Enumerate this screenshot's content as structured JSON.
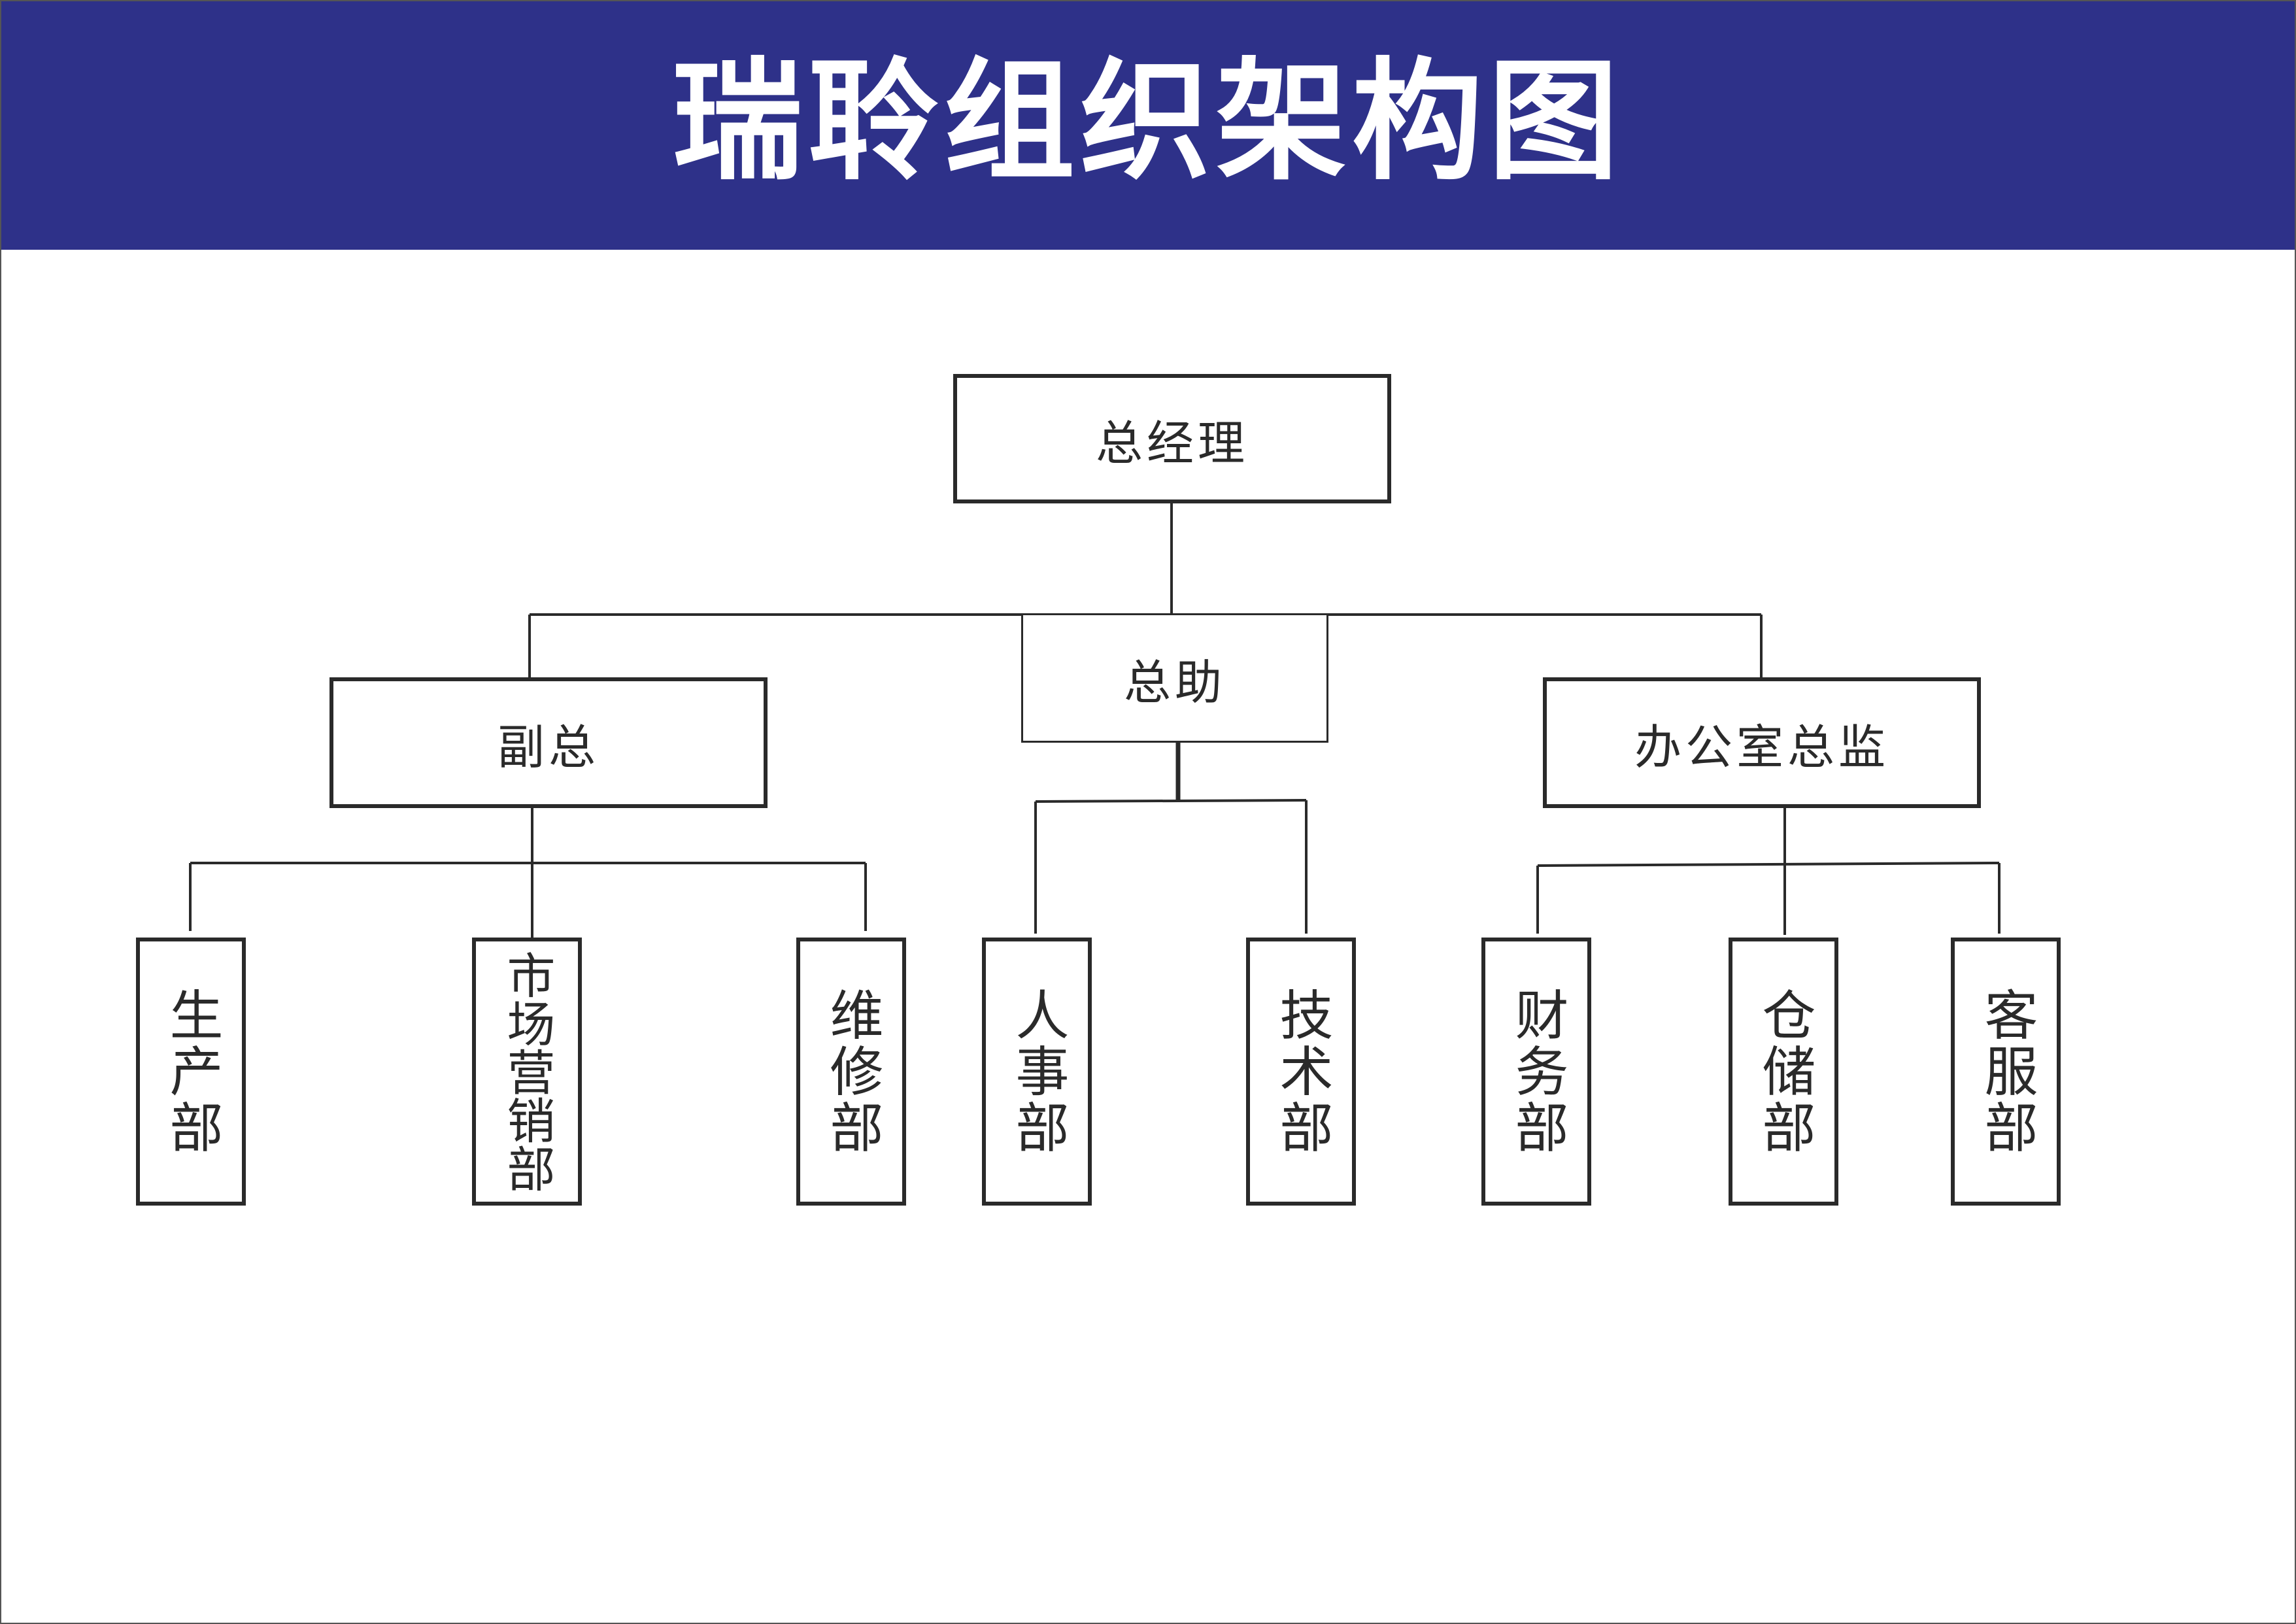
{
  "header": {
    "title": "瑞聆组织架构图"
  },
  "colors": {
    "banner": "#2e3189",
    "line": "#2a2a2a",
    "title_text": "#ffffff"
  },
  "org": {
    "top": {
      "label": "总经理"
    },
    "level2": [
      {
        "label": "副总"
      },
      {
        "label": "总助"
      },
      {
        "label": "办公室总监"
      }
    ],
    "departments": [
      {
        "label": "生产部"
      },
      {
        "label": "市场营销部"
      },
      {
        "label": "维修部"
      },
      {
        "label": "人事部"
      },
      {
        "label": "技术部"
      },
      {
        "label": "财务部"
      },
      {
        "label": "仓储部"
      },
      {
        "label": "客服部"
      }
    ]
  }
}
